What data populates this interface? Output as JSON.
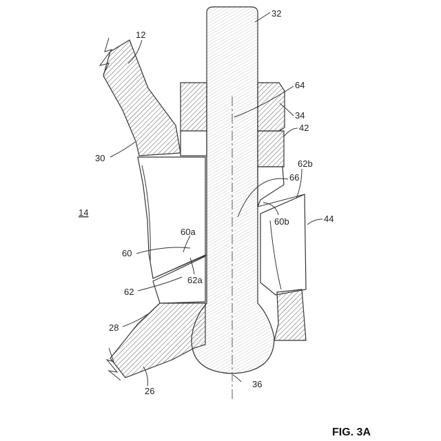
{
  "figure": {
    "caption": "FIG. 3A",
    "labels": {
      "l12": "12",
      "l14": "14",
      "l26": "26",
      "l28": "28",
      "l30": "30",
      "l32": "32",
      "l34": "34",
      "l36": "36",
      "l42": "42",
      "l44": "44",
      "l60": "60",
      "l60a": "60a",
      "l60b": "60b",
      "l62": "62",
      "l62a": "62a",
      "l62b": "62b",
      "l64": "64",
      "l66": "66"
    }
  },
  "colors": {
    "line": "#333333",
    "hatch": "#555555",
    "background": "#ffffff"
  }
}
